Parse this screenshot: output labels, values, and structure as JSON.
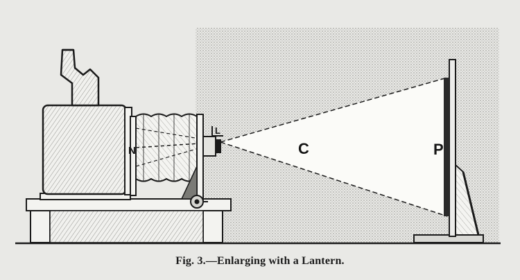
{
  "caption": "Fig. 3.—Enlarging with a Lantern.",
  "labels": {
    "condenser_mark": "N",
    "lens_mark": "L",
    "cone_mark": "C",
    "screen_mark": "P"
  },
  "colors": {
    "ink": "#1a1a1a",
    "paper": "#e9e9e6",
    "stipple": "#bdbdb8"
  }
}
